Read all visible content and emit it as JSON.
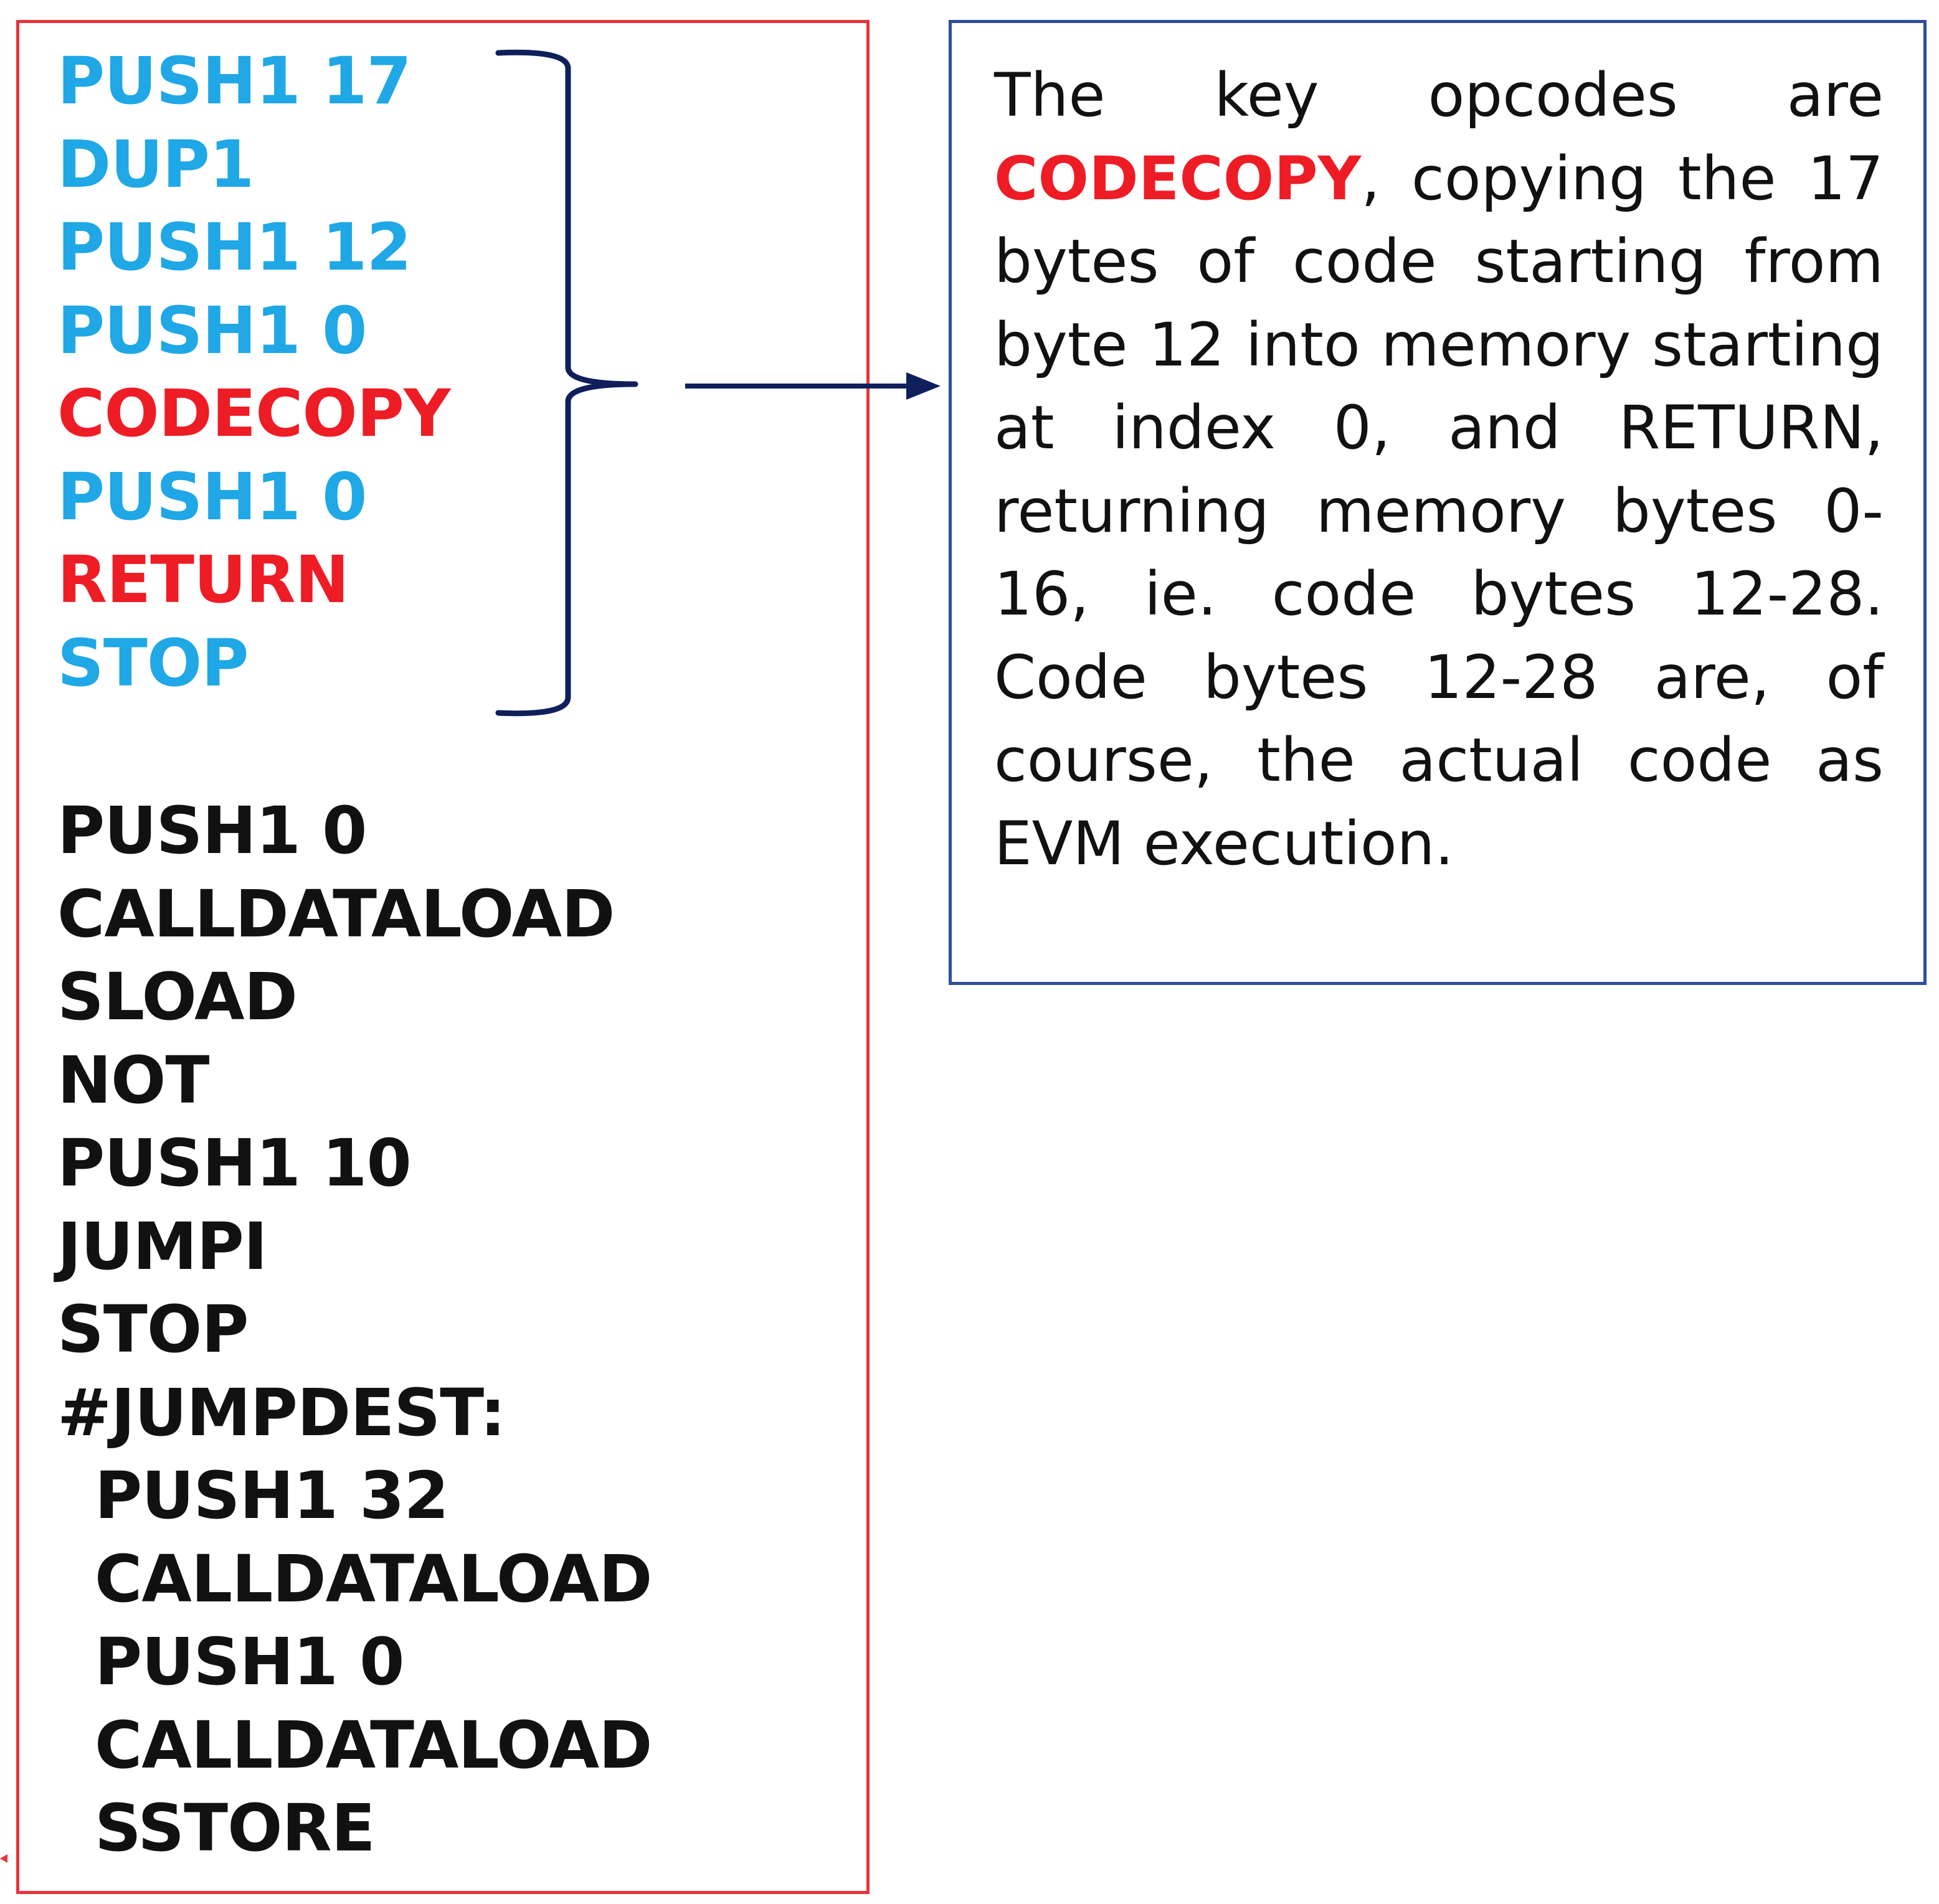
{
  "colors": {
    "blue_code": "#1fa7e6",
    "red_code": "#ee1c25",
    "black_code": "#111111",
    "code_box_border": "#e8333a",
    "desc_box_border": "#2f4e9a",
    "bracket": "#0f1f5c"
  },
  "code_lines": [
    {
      "text": "PUSH1 17",
      "color": "blue",
      "indent": false
    },
    {
      "text": "DUP1",
      "color": "blue",
      "indent": false
    },
    {
      "text": "PUSH1 12",
      "color": "blue",
      "indent": false
    },
    {
      "text": "PUSH1 0",
      "color": "blue",
      "indent": false
    },
    {
      "text": "CODECOPY",
      "color": "red",
      "indent": false
    },
    {
      "text": "PUSH1 0",
      "color": "blue",
      "indent": false
    },
    {
      "text": "RETURN",
      "color": "red",
      "indent": false
    },
    {
      "text": "STOP",
      "color": "blue",
      "indent": false
    },
    {
      "text": "PUSH1 0",
      "color": "black",
      "indent": false
    },
    {
      "text": "CALLDATALOAD",
      "color": "black",
      "indent": false
    },
    {
      "text": "SLOAD",
      "color": "black",
      "indent": false
    },
    {
      "text": "NOT",
      "color": "black",
      "indent": false
    },
    {
      "text": "PUSH1 10",
      "color": "black",
      "indent": false
    },
    {
      "text": "JUMPI",
      "color": "black",
      "indent": false
    },
    {
      "text": "STOP",
      "color": "black",
      "indent": false
    },
    {
      "text": "#JUMPDEST:",
      "color": "black",
      "indent": false
    },
    {
      "text": "PUSH1 32",
      "color": "black",
      "indent": true
    },
    {
      "text": "CALLDATALOAD",
      "color": "black",
      "indent": true
    },
    {
      "text": "PUSH1 0",
      "color": "black",
      "indent": true
    },
    {
      "text": "CALLDATALOAD",
      "color": "black",
      "indent": true
    },
    {
      "text": "SSTORE",
      "color": "black",
      "indent": true
    }
  ],
  "description": {
    "before": "The key opcodes are ",
    "highlight": "CODECOPY",
    "after": ", copying the 17 bytes of code starting from byte 12 into memory starting at index 0, and RETURN, returning memory bytes 0-16, ie. code bytes 12-28. Code bytes 12-28 are, of course, the actual code as EVM execution."
  }
}
